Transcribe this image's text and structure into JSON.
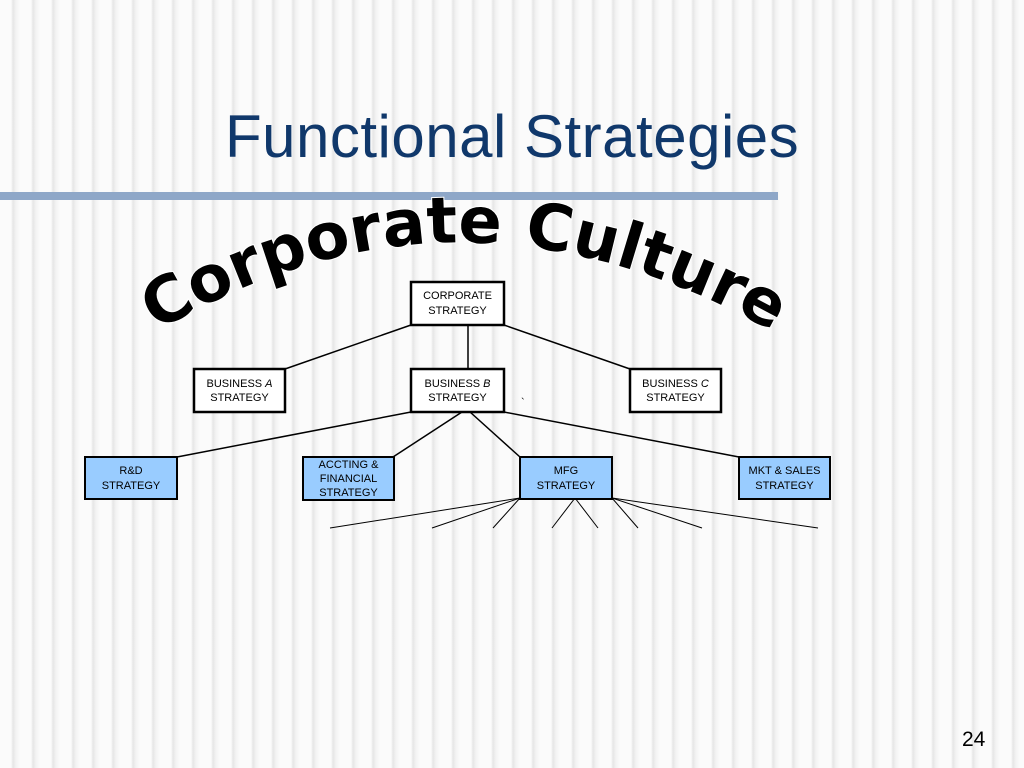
{
  "slide": {
    "title": "Functional Strategies",
    "page_number": "24"
  },
  "arc_label": "Corporate Culture",
  "stray_mark": "`",
  "colors": {
    "title": "#10386b",
    "rule": "#8ea7c8",
    "functional_box_fill": "#99ccff",
    "level_box_fill": "#ffffff"
  },
  "boxes": {
    "corporate": {
      "line1": "CORPORATE",
      "line2": "STRATEGY"
    },
    "business_a": {
      "prefix": "BUSINESS ",
      "letter": "A",
      "line2": "STRATEGY"
    },
    "business_b": {
      "prefix": "BUSINESS ",
      "letter": "B",
      "line2": "STRATEGY"
    },
    "business_c": {
      "prefix": "BUSINESS ",
      "letter": "C",
      "line2": "STRATEGY"
    },
    "rnd": {
      "line1": "R&D",
      "line2": "STRATEGY"
    },
    "accting": {
      "line1": "ACCTING &",
      "line2": "FINANCIAL",
      "line3": "STRATEGY"
    },
    "mfg": {
      "line1": "MFG",
      "line2": "STRATEGY"
    },
    "mkt_sales": {
      "line1": "MKT & SALES",
      "line2": "STRATEGY"
    }
  }
}
